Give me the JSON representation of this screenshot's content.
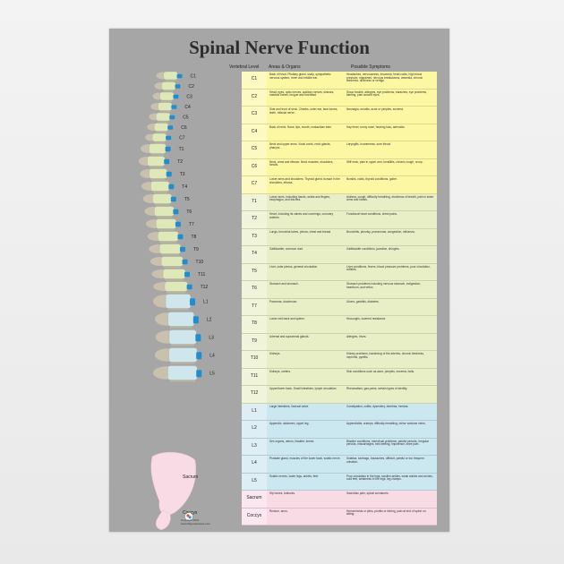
{
  "title": "Spinal Nerve Function",
  "headers": {
    "level": "Vertebral Level",
    "areas": "Areas & Organs",
    "symptoms": "Possible Symptoms"
  },
  "spine_labels": [
    "C1",
    "C2",
    "C3",
    "C4",
    "C5",
    "C6",
    "C7",
    "T1",
    "T2",
    "T3",
    "T4",
    "T5",
    "T6",
    "T7",
    "T8",
    "T9",
    "T10",
    "T11",
    "T12",
    "L1",
    "L2",
    "L3",
    "L4",
    "L5",
    "Sacrum",
    "Coccyx"
  ],
  "colors": {
    "cervical": "#fbf7a2",
    "thoracic": "#e8efc7",
    "lumbar": "#cbe7ef",
    "sacral": "#f9dbe6",
    "nerve": "#1e8ed0",
    "bone": "#dfe8b8",
    "disc": "#b8b0a0"
  },
  "rows": [
    {
      "level": "C1",
      "group": "c",
      "areas": "Back of head. Pituitary gland, scalp, sympathetic nervous system, inner and middle ear.",
      "symptoms": "Headaches, nervousness, insomnia, head colds, high blood pressure, migraines, nervous breakdowns, amnesia, chronic tiredness, dizziness or vertigo."
    },
    {
      "level": "C2",
      "group": "c",
      "areas": "Head, eyes, optic nerves, auditory nerves, sinuses, mastoid bones, tongue and forehead.",
      "symptoms": "Sinus trouble, allergies, eye problems, earaches, eye problems, fainting, pain around eyes."
    },
    {
      "level": "C3",
      "group": "c",
      "areas": "Side and front of neck. Cheeks, outer ear, face bones, teeth, trifacial nerve.",
      "symptoms": "Neuralgia, neuritis, acne or pimples, eczema."
    },
    {
      "level": "C4",
      "group": "c",
      "areas": "Back of neck. Nose, lips, mouth, eustachian tube.",
      "symptoms": "Hay fever, runny nose, hearing loss, adenoids."
    },
    {
      "level": "C5",
      "group": "c",
      "areas": "Neck and upper arms. Vocal cords, neck glands, pharynx.",
      "symptoms": "Laryngitis, hoarseness, sore throat."
    },
    {
      "level": "C6",
      "group": "c",
      "areas": "Neck, arms and elbows. Neck muscles, shoulders, tonsils.",
      "symptoms": "Stiff neck, pain in upper arm, tonsillitis, chronic cough, croup."
    },
    {
      "level": "C7",
      "group": "c",
      "areas": "Lower arms and shoulders. Thyroid gland, bursae in the shoulders, elbows.",
      "symptoms": "Bursitis, colds, thyroid conditions, goiter."
    },
    {
      "level": "T1",
      "group": "t",
      "areas": "Lower arms, including hands, wrists and fingers, esophagus, and trachea.",
      "symptoms": "Asthma, cough, difficulty breathing, shortness of breath, pain in lower arms and hands."
    },
    {
      "level": "T2",
      "group": "t",
      "areas": "Heart, including its valves and coverings, coronary arteries.",
      "symptoms": "Functional heart conditions, chest pains."
    },
    {
      "level": "T3",
      "group": "t",
      "areas": "Lungs, bronchial tubes, pleura, chest and breast.",
      "symptoms": "Bronchitis, pleurisy, pneumonia, congestion, influenza."
    },
    {
      "level": "T4",
      "group": "t",
      "areas": "Gallbladder, common duct.",
      "symptoms": "Gallbladder conditions, jaundice, shingles."
    },
    {
      "level": "T5",
      "group": "t",
      "areas": "Liver, solar plexus, general circulation.",
      "symptoms": "Liver conditions, fevers, blood pressure problems, poor circulation, arthritis."
    },
    {
      "level": "T6",
      "group": "t",
      "areas": "Stomach and stomach.",
      "symptoms": "Stomach problems including nervous stomach, indigestion, heartburn, and reflux."
    },
    {
      "level": "T7",
      "group": "t",
      "areas": "Pancreas, duodenum.",
      "symptoms": "Ulcers, gastritis, diabetes."
    },
    {
      "level": "T8",
      "group": "t",
      "areas": "Lower mid back and spleen.",
      "symptoms": "Hiccoughs, lowered resistance."
    },
    {
      "level": "T9",
      "group": "t",
      "areas": "Adrenal and suprarenal glands.",
      "symptoms": "Allergies, hives."
    },
    {
      "level": "T10",
      "group": "t",
      "areas": "Kidneys.",
      "symptoms": "Kidney problems, hardening of the arteries, chronic tiredness, nephritis, pyelitis."
    },
    {
      "level": "T11",
      "group": "t",
      "areas": "Kidneys, ureters.",
      "symptoms": "Skin conditions such as acne, pimples, eczema, boils."
    },
    {
      "level": "T12",
      "group": "t",
      "areas": "Upper/lower back. Small intestines, lymph circulation.",
      "symptoms": "Rheumatism, gas pains, certain types of sterility."
    },
    {
      "level": "L1",
      "group": "l",
      "areas": "Large intestines, ilocecal valve.",
      "symptoms": "Constipation, colitis, dysentery, diarrhea, hernias."
    },
    {
      "level": "L2",
      "group": "l",
      "areas": "Appendix, abdomen, upper leg.",
      "symptoms": "Appendicitis, cramps, difficulty breathing, minor varicose veins."
    },
    {
      "level": "L3",
      "group": "l",
      "areas": "Sex organs, uterus, bladder, knees.",
      "symptoms": "Bladder conditions, menstrual problems, painful periods, irregular periods, miscarriages, bed wetting, impotence, knee pain."
    },
    {
      "level": "L4",
      "group": "l",
      "areas": "Prostate gland, muscles of the lower back, sciatic nerve.",
      "symptoms": "Sciatica, lumbago, backaches, difficult, painful or too frequent urination."
    },
    {
      "level": "L5",
      "group": "l",
      "areas": "Sciatic nerves, lower legs, ankles, feet.",
      "symptoms": "Poor circulation in the legs, swollen ankles, weak ankles and arches, cold feet, weakness in the legs, leg cramps."
    },
    {
      "level": "Sacrum",
      "group": "s",
      "areas": "Hip bones, buttocks.",
      "symptoms": "Sacroiliac pain, spinal curvatures."
    },
    {
      "level": "Coccyx",
      "group": "s",
      "areas": "Rectum, anus.",
      "symptoms": "Hemorrhoids or piles, pruritis or itching, pain at end of spine on sitting."
    }
  ],
  "copyright": [
    "Copyright 2012",
    "www.theposterstore.com"
  ]
}
